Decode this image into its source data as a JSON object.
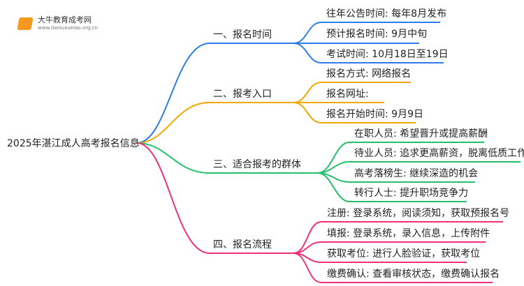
{
  "logo": {
    "name": "大牛教育成考网",
    "url": "www.daniuxueiao.org.cn"
  },
  "root": "2025年湛江成人高考报名信息",
  "colors": {
    "b1": "#2b7de9",
    "b2": "#f2a600",
    "b3": "#22c06a",
    "b4": "#f0307a"
  },
  "branches": [
    {
      "label": "一、报名时间",
      "leaves": [
        "往年公告时间: 每年8月发布",
        "预计报名时间: 9月中旬",
        "考试时间: 10月18日至19日"
      ]
    },
    {
      "label": "二、报考入口",
      "leaves": [
        "报名方式: 网络报名",
        "报名网址:",
        "报名开始时间: 9月9日"
      ]
    },
    {
      "label": "三、适合报考的群体",
      "leaves": [
        "在职人员: 希望晋升或提高薪酬",
        "待业人员: 追求更高薪资，脱离低质工作",
        "高考落榜生: 继续深造的机会",
        "转行人士: 提升职场竞争力"
      ]
    },
    {
      "label": "四、报名流程",
      "leaves": [
        "注册: 登录系统，阅读须知，获取预报名号",
        "填报: 登录系统，录入信息，上传附件",
        "获取考位: 进行人脸验证，获取考位",
        "缴费确认: 查看审核状态，缴费确认报名"
      ]
    }
  ]
}
